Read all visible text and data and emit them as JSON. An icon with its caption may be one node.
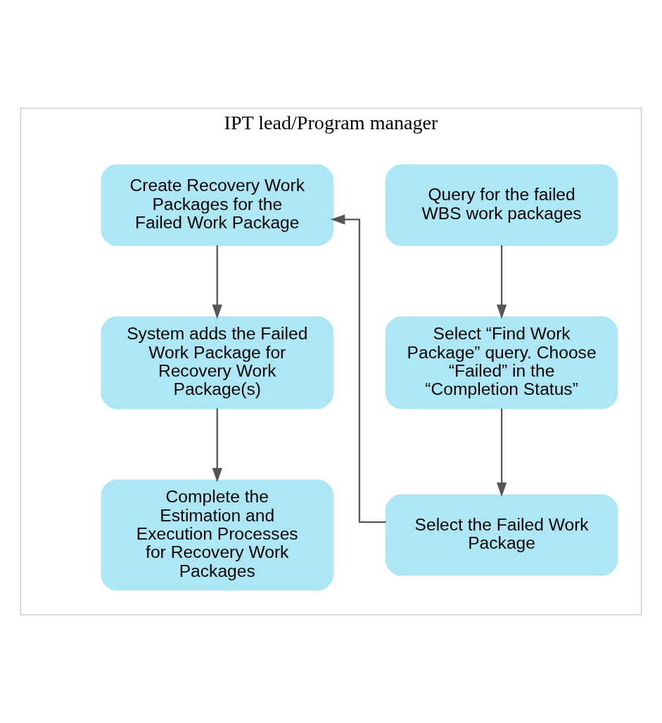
{
  "diagram": {
    "nodes": [
      {
        "text": [
          "IPT lead/Program manager"
        ]
      },
      {
        "text": [
          "Query for the failed WBS work packages"
        ],
        "in": 0
      },
      {
        "text": [
          "Select “Find Work Package” query. Choose “Failed” in the “Completion Status”"
        ],
        "in": 0
      },
      {
        "text": [
          "Select the Failed Work Package"
        ],
        "in": 0
      },
      {
        "text": [
          "Create Recovery Work Packages for the Failed Work Package"
        ],
        "in": 0
      },
      {
        "text": [
          "System adds the Failed Work Package for Recovery Work Package(s)"
        ],
        "in": 0
      },
      {
        "text": [
          "Complete the Estimation and Execution Processes for Recovery Work Packages"
        ],
        "in": 0
      }
    ],
    "edges": [
      {
        "from": 1,
        "to": 2,
        "arrow": "to"
      },
      {
        "from": 2,
        "to": 3,
        "arrow": "to"
      },
      {
        "from": 3,
        "to": 4,
        "arrow": "to"
      },
      {
        "from": 4,
        "to": 5,
        "arrow": "to"
      },
      {
        "from": 5,
        "to": 6,
        "arrow": "to"
      }
    ]
  }
}
